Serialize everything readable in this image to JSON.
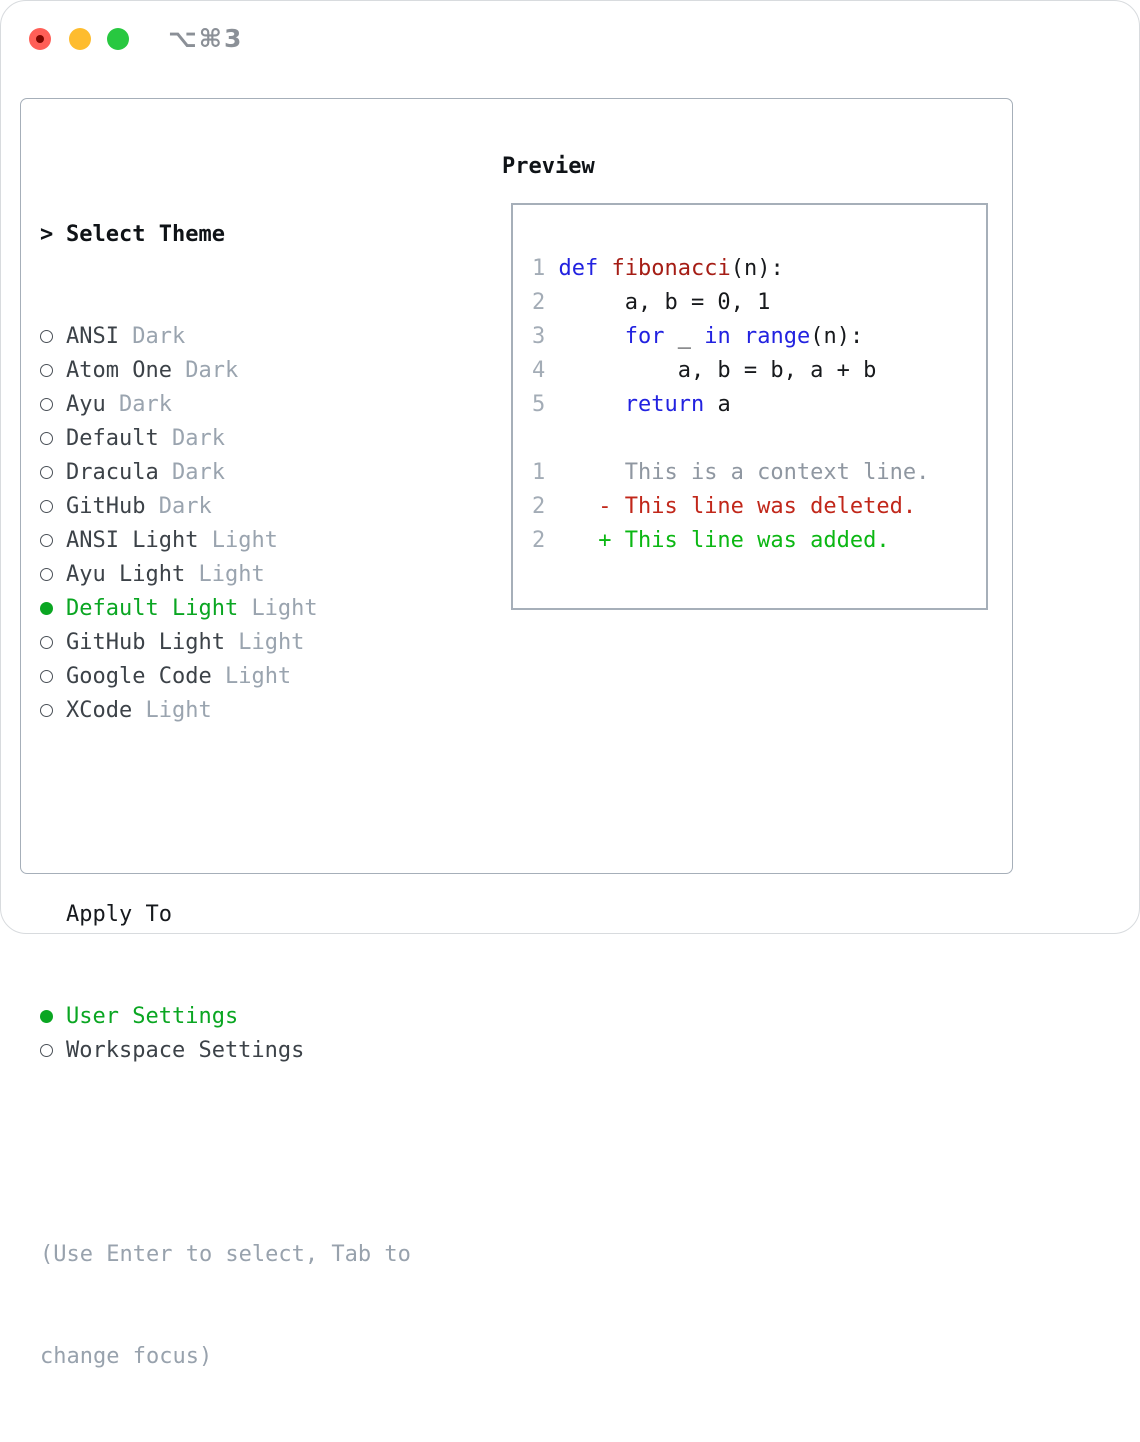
{
  "window": {
    "title": "⌥⌘3"
  },
  "titlebar": {
    "buttons": [
      "close",
      "minimize",
      "zoom"
    ]
  },
  "theme_selector": {
    "cursor": ">",
    "header": "Select Theme",
    "items": [
      {
        "name": "ANSI",
        "tag": "Dark",
        "selected": false
      },
      {
        "name": "Atom One",
        "tag": "Dark",
        "selected": false
      },
      {
        "name": "Ayu",
        "tag": "Dark",
        "selected": false
      },
      {
        "name": "Default",
        "tag": "Dark",
        "selected": false
      },
      {
        "name": "Dracula",
        "tag": "Dark",
        "selected": false
      },
      {
        "name": "GitHub",
        "tag": "Dark",
        "selected": false
      },
      {
        "name": "ANSI Light",
        "tag": "Light",
        "selected": false
      },
      {
        "name": "Ayu Light",
        "tag": "Light",
        "selected": false
      },
      {
        "name": "Default Light",
        "tag": "Light",
        "selected": true
      },
      {
        "name": "GitHub Light",
        "tag": "Light",
        "selected": false
      },
      {
        "name": "Google Code",
        "tag": "Light",
        "selected": false
      },
      {
        "name": "XCode",
        "tag": "Light",
        "selected": false
      }
    ]
  },
  "apply_to": {
    "header": "Apply To",
    "options": [
      {
        "name": "User Settings",
        "selected": true
      },
      {
        "name": "Workspace Settings",
        "selected": false
      }
    ]
  },
  "help": {
    "lines": [
      "(Use Enter to select, Tab to",
      "change focus)"
    ]
  },
  "preview": {
    "header": "Preview",
    "code_lines": [
      [
        {
          "t": "1 ",
          "s": "num"
        },
        {
          "t": "def",
          "s": "kw"
        },
        {
          "t": " ",
          "s": "plain"
        },
        {
          "t": "fibonacci",
          "s": "fn"
        },
        {
          "t": "(n):",
          "s": "plain"
        }
      ],
      [
        {
          "t": "2",
          "s": "num"
        },
        {
          "t": "      a, b = 0, 1",
          "s": "plain"
        }
      ],
      [
        {
          "t": "3",
          "s": "num"
        },
        {
          "t": "      ",
          "s": "plain"
        },
        {
          "t": "for",
          "s": "kw"
        },
        {
          "t": " _ ",
          "s": "plain"
        },
        {
          "t": "in",
          "s": "kw"
        },
        {
          "t": " ",
          "s": "plain"
        },
        {
          "t": "range",
          "s": "kw"
        },
        {
          "t": "(n):",
          "s": "plain"
        }
      ],
      [
        {
          "t": "4",
          "s": "num"
        },
        {
          "t": "          a, b = b, a + b",
          "s": "plain"
        }
      ],
      [
        {
          "t": "5",
          "s": "num"
        },
        {
          "t": "      ",
          "s": "plain"
        },
        {
          "t": "return",
          "s": "kw"
        },
        {
          "t": " a",
          "s": "plain"
        }
      ],
      [],
      [
        {
          "t": "1",
          "s": "num"
        },
        {
          "t": "      This is a context line.",
          "s": "ctx"
        }
      ],
      [
        {
          "t": "2",
          "s": "num"
        },
        {
          "t": "    - This line was deleted.",
          "s": "del"
        }
      ],
      [
        {
          "t": "2",
          "s": "num"
        },
        {
          "t": "    + This line was added.",
          "s": "add"
        }
      ]
    ]
  },
  "colors": {
    "selection_green": "#0aa622",
    "added_green": "#0bb713",
    "deleted_red": "#c1271a",
    "keyword_blue": "#2222e0",
    "function_red": "#a51d15",
    "muted_gray": "#9aa4af",
    "line_number_gray": "#a3acb6",
    "context_gray": "#8f97a1",
    "text_dark": "#3c4248",
    "border_gray": "#a6afb9",
    "traffic_red": "#ff5f57",
    "traffic_yellow": "#febc2e",
    "traffic_green": "#28c840"
  }
}
